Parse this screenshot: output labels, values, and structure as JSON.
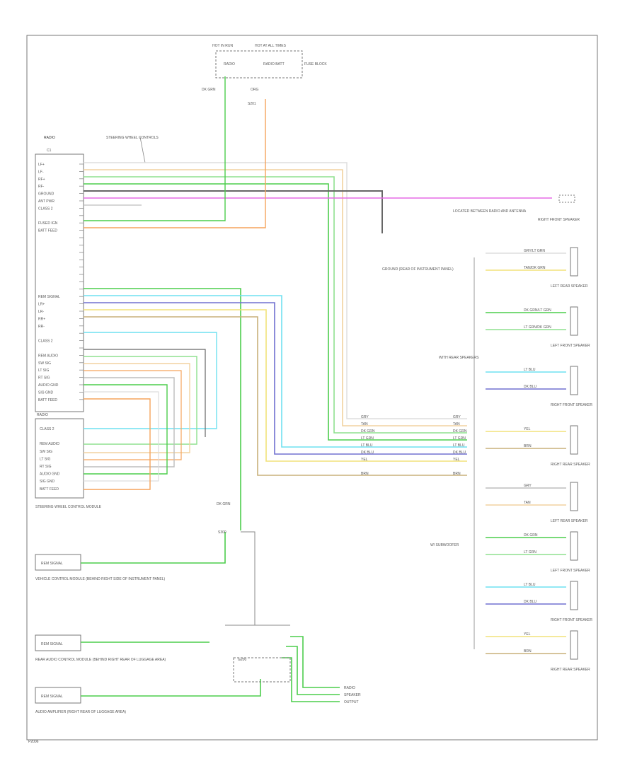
{
  "page": {
    "footer_code": "P2006"
  },
  "colors": {
    "grn": "#4ccd4c",
    "ltgrn": "#8fe08f",
    "org": "#f5a45c",
    "tan": "#f2d2a0",
    "pnk": "#e66be6",
    "blk": "#666666",
    "gry": "#bdbdbd",
    "ltblu": "#6fe0f0",
    "dkblu": "#7070d0",
    "yel": "#f2e27a",
    "brn": "#c8b07a",
    "wht": "#dddddd",
    "frame": "#777777"
  },
  "labels": {
    "top_fuse_left": "HOT IN RUN",
    "top_fuse_right": "HOT AT ALL TIMES",
    "fuse_left_name": "RADIO",
    "fuse_right_name": "RADIO BATT",
    "fuse_block_side": "FUSE BLOCK",
    "wire_rdgrn_top": "DK GRN",
    "wire_org_top": "ORG",
    "splice_top": "S201",
    "radio_title": "RADIO",
    "radio_conn": "C1",
    "steering_ctrl": "STEERING WHEEL CONTROLS",
    "left_pins": [
      "LF+",
      "LF-",
      "RF+",
      "RF-",
      "GROUND",
      "ANT PWR",
      "CLASS 2",
      "",
      "FUSED IGN",
      "BATT FEED",
      "",
      "",
      "",
      "",
      "",
      "",
      "",
      "",
      "REM SIGNAL",
      "LR+",
      "LR-",
      "RR+",
      "RR-",
      "",
      "CLASS 2",
      "",
      "REM AUDIO",
      "SW SIG",
      "LT SIG",
      "RT SIG",
      "AUDIO GND",
      "SIG GND",
      "BATT FEED"
    ],
    "mid_box_pins": [
      "CLASS 2",
      "",
      "REM AUDIO",
      "SW SIG",
      "LT SIG",
      "RT SIG",
      "AUDIO GND",
      "SIG GND",
      "BATT FEED"
    ],
    "mid_box_title": "RADIO",
    "mid_box_caption": "STEERING WHEEL CONTROL MODULE",
    "module1_title": "REM SIGNAL",
    "module1_caption": "VEHICLE CONTROL MODULE (BEHIND RIGHT SIDE OF INSTRUMENT PANEL)",
    "module2_title": "REM SIGNAL",
    "module2_caption": "REAR AUDIO CONTROL MODULE (BEHIND RIGHT REAR OF LUGGAGE AREA)",
    "module3_title": "REM SIGNAL",
    "module3_caption": "AUDIO AMPLIFIER (RIGHT REAR OF LUGGAGE AREA)",
    "antenna_label": "LOCATED BETWEEN RADIO AND ANTENNA",
    "antenna_right": "RIGHT FRONT SPEAKER",
    "ground_label": "GROUND (REAR OF INSTRUMENT PANEL)",
    "w_rear_spk": "WITH REAR SPEAKERS",
    "w_sub": "W/ SUBWOOFER",
    "speakers_top": [
      {
        "name": "LEFT REAR SPEAKER",
        "wires": [
          "GRY/LT GRN",
          "TAN/DK GRN"
        ]
      },
      {
        "name": "LEFT FRONT SPEAKER",
        "wires": [
          "DK GRN/LT GRN",
          "LT GRN/DK GRN"
        ]
      },
      {
        "name": "RIGHT FRONT SPEAKER",
        "wires": [
          "LT BLU",
          "DK BLU"
        ]
      },
      {
        "name": "RIGHT REAR SPEAKER",
        "wires": [
          "YEL",
          "BRN"
        ]
      }
    ],
    "speakers_bottom": [
      {
        "name": "LEFT REAR SPEAKER",
        "wires": [
          "GRY",
          "TAN"
        ]
      },
      {
        "name": "LEFT FRONT SPEAKER",
        "wires": [
          "DK GRN",
          "LT GRN"
        ]
      },
      {
        "name": "RIGHT FRONT SPEAKER",
        "wires": [
          "LT BLU",
          "DK BLU"
        ]
      },
      {
        "name": "RIGHT REAR SPEAKER",
        "wires": [
          "YEL",
          "BRN"
        ]
      }
    ],
    "right_bus_labels": [
      "GRY",
      "TAN",
      "DK GRN",
      "LT GRN",
      "LT BLU",
      "DK BLU",
      "YEL",
      "BRN"
    ],
    "lower_splice": "S300",
    "lower_bus": "DK GRN",
    "ground_block": "G200",
    "bottom_right_labels": [
      "RADIO",
      "SPEAKER",
      "OUTPUT"
    ]
  }
}
